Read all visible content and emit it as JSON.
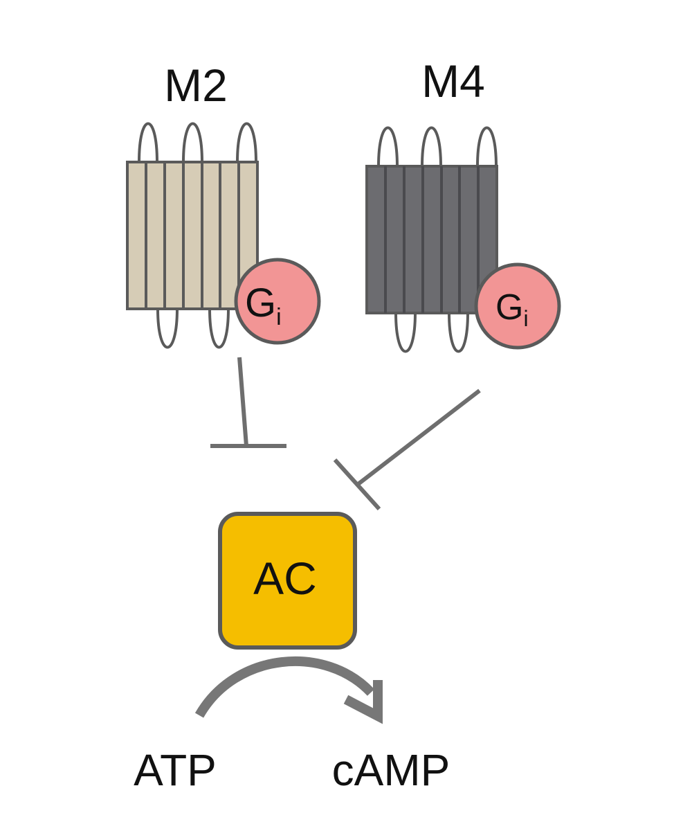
{
  "receptors": [
    {
      "name": "M2",
      "g_protein": "G",
      "g_subscript": "i",
      "body_color": "#d6ccb6"
    },
    {
      "name": "M4",
      "g_protein": "G",
      "g_subscript": "i",
      "body_color": "#6c6c70"
    }
  ],
  "enzyme": {
    "label": "AC",
    "color": "#f5be00"
  },
  "reaction": {
    "substrate": "ATP",
    "product": "cAMP"
  },
  "colors": {
    "outline": "#5a5a5a",
    "g_protein_fill": "#f29595",
    "inhibition_line": "#6e6e6e",
    "arrow": "#777777"
  }
}
